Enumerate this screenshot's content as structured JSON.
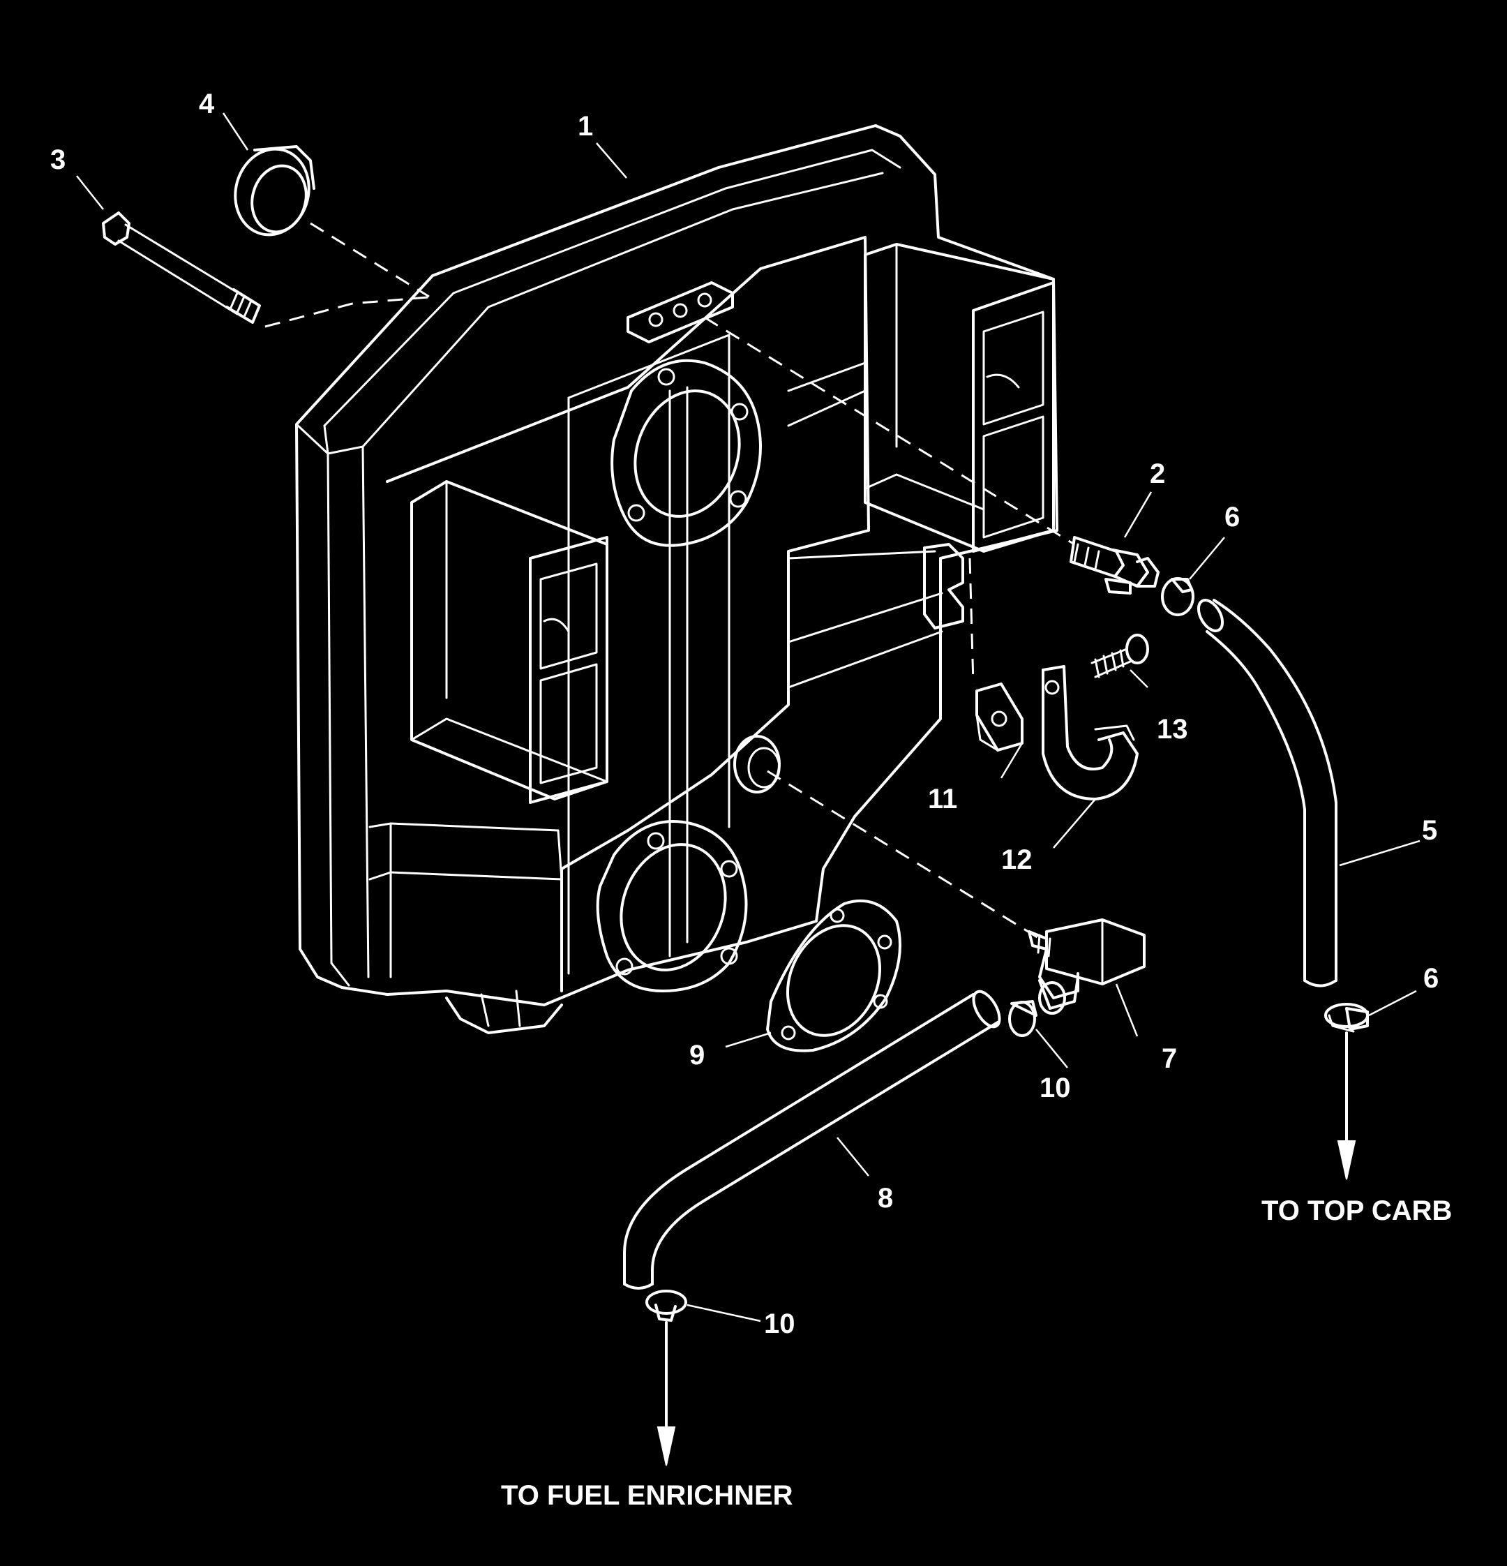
{
  "callouts": {
    "c1": "1",
    "c2": "2",
    "c3": "3",
    "c4": "4",
    "c5": "5",
    "c6a": "6",
    "c6b": "6",
    "c7": "7",
    "c8": "8",
    "c9": "9",
    "c10a": "10",
    "c10b": "10",
    "c11": "11",
    "c12": "12",
    "c13": "13"
  },
  "destinations": {
    "top_carb": "TO TOP CARB",
    "fuel_enrichner": "TO FUEL ENRICHNER"
  },
  "colors": {
    "background": "#000000",
    "line": "#ffffff"
  }
}
